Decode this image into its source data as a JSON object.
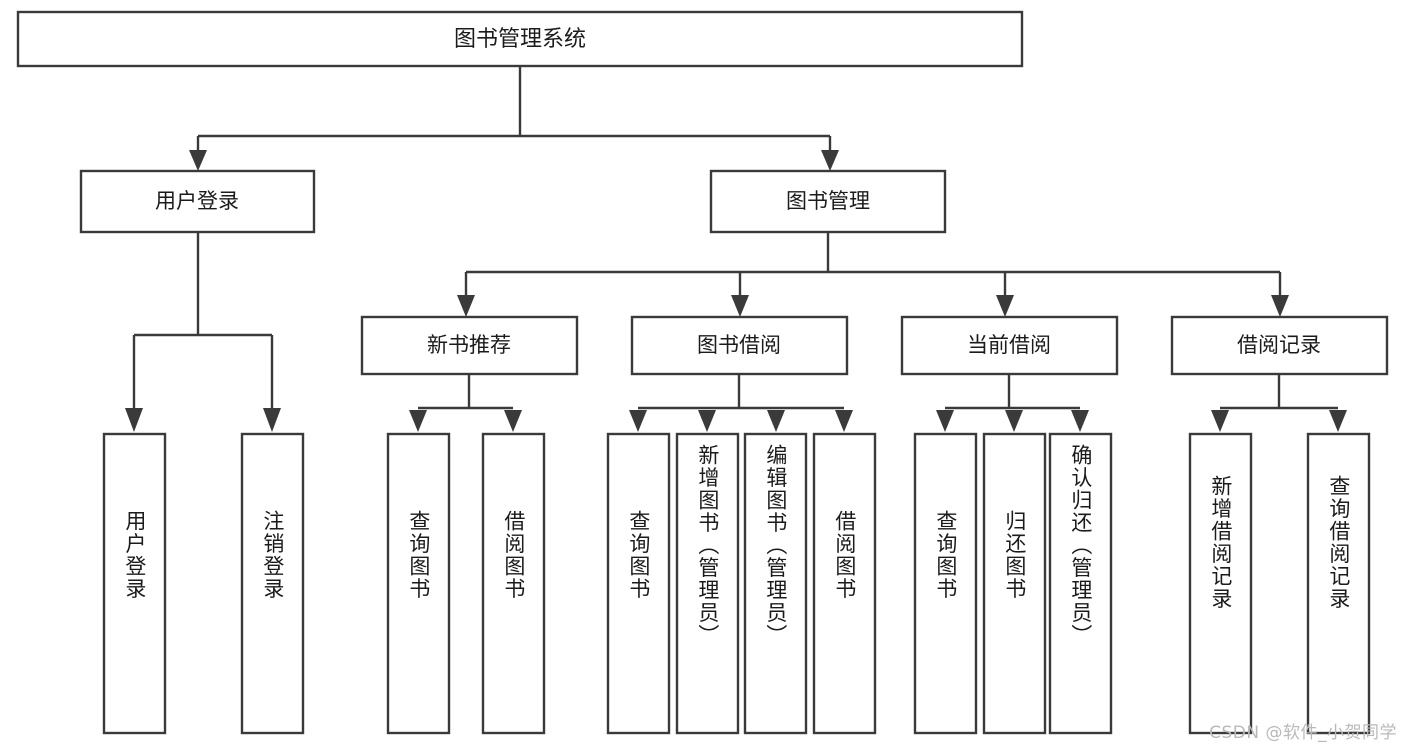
{
  "diagram": {
    "type": "tree-hierarchy-chart",
    "title": "图书管理系统",
    "orientation": "top-down",
    "colors": {
      "box_stroke": "#3a3a3a",
      "box_fill": "#ffffff",
      "text": "#1b1b1b",
      "canvas": "#ffffff",
      "watermark": "#b9b9b9"
    }
  },
  "nodes": {
    "root": {
      "label": "图书管理系统",
      "level": 1
    },
    "level2": [
      {
        "id": "user-login",
        "label": "用户登录"
      },
      {
        "id": "book-management",
        "label": "图书管理"
      }
    ],
    "level3": [
      {
        "id": "new-book-recommend",
        "label": "新书推荐",
        "parent": "book-management"
      },
      {
        "id": "book-borrow",
        "label": "图书借阅",
        "parent": "book-management"
      },
      {
        "id": "current-borrow",
        "label": "当前借阅",
        "parent": "book-management"
      },
      {
        "id": "borrow-record",
        "label": "借阅记录",
        "parent": "book-management"
      }
    ],
    "leaves": {
      "user-login": [
        {
          "id": "leaf-user-login",
          "label": "用户登录"
        },
        {
          "id": "leaf-user-logout",
          "label": "注销登录"
        }
      ],
      "new-book-recommend": [
        {
          "id": "leaf-query-book-1",
          "label": "查询图书"
        },
        {
          "id": "leaf-borrow-book-1",
          "label": "借阅图书"
        }
      ],
      "book-borrow": [
        {
          "id": "leaf-query-book-2",
          "label": "查询图书"
        },
        {
          "id": "leaf-add-book",
          "label": "新增图书（管理员）"
        },
        {
          "id": "leaf-edit-book",
          "label": "编辑图书（管理员）"
        },
        {
          "id": "leaf-borrow-book-2",
          "label": "借阅图书"
        }
      ],
      "current-borrow": [
        {
          "id": "leaf-query-book-3",
          "label": "查询图书"
        },
        {
          "id": "leaf-return-book",
          "label": "归还图书"
        },
        {
          "id": "leaf-confirm-return",
          "label": "确认归还（管理员）"
        }
      ],
      "borrow-record": [
        {
          "id": "leaf-add-record",
          "label": "新增借阅记录"
        },
        {
          "id": "leaf-query-record",
          "label": "查询借阅记录"
        }
      ]
    }
  },
  "watermark": {
    "text": "CSDN @软件_小贺同学"
  }
}
